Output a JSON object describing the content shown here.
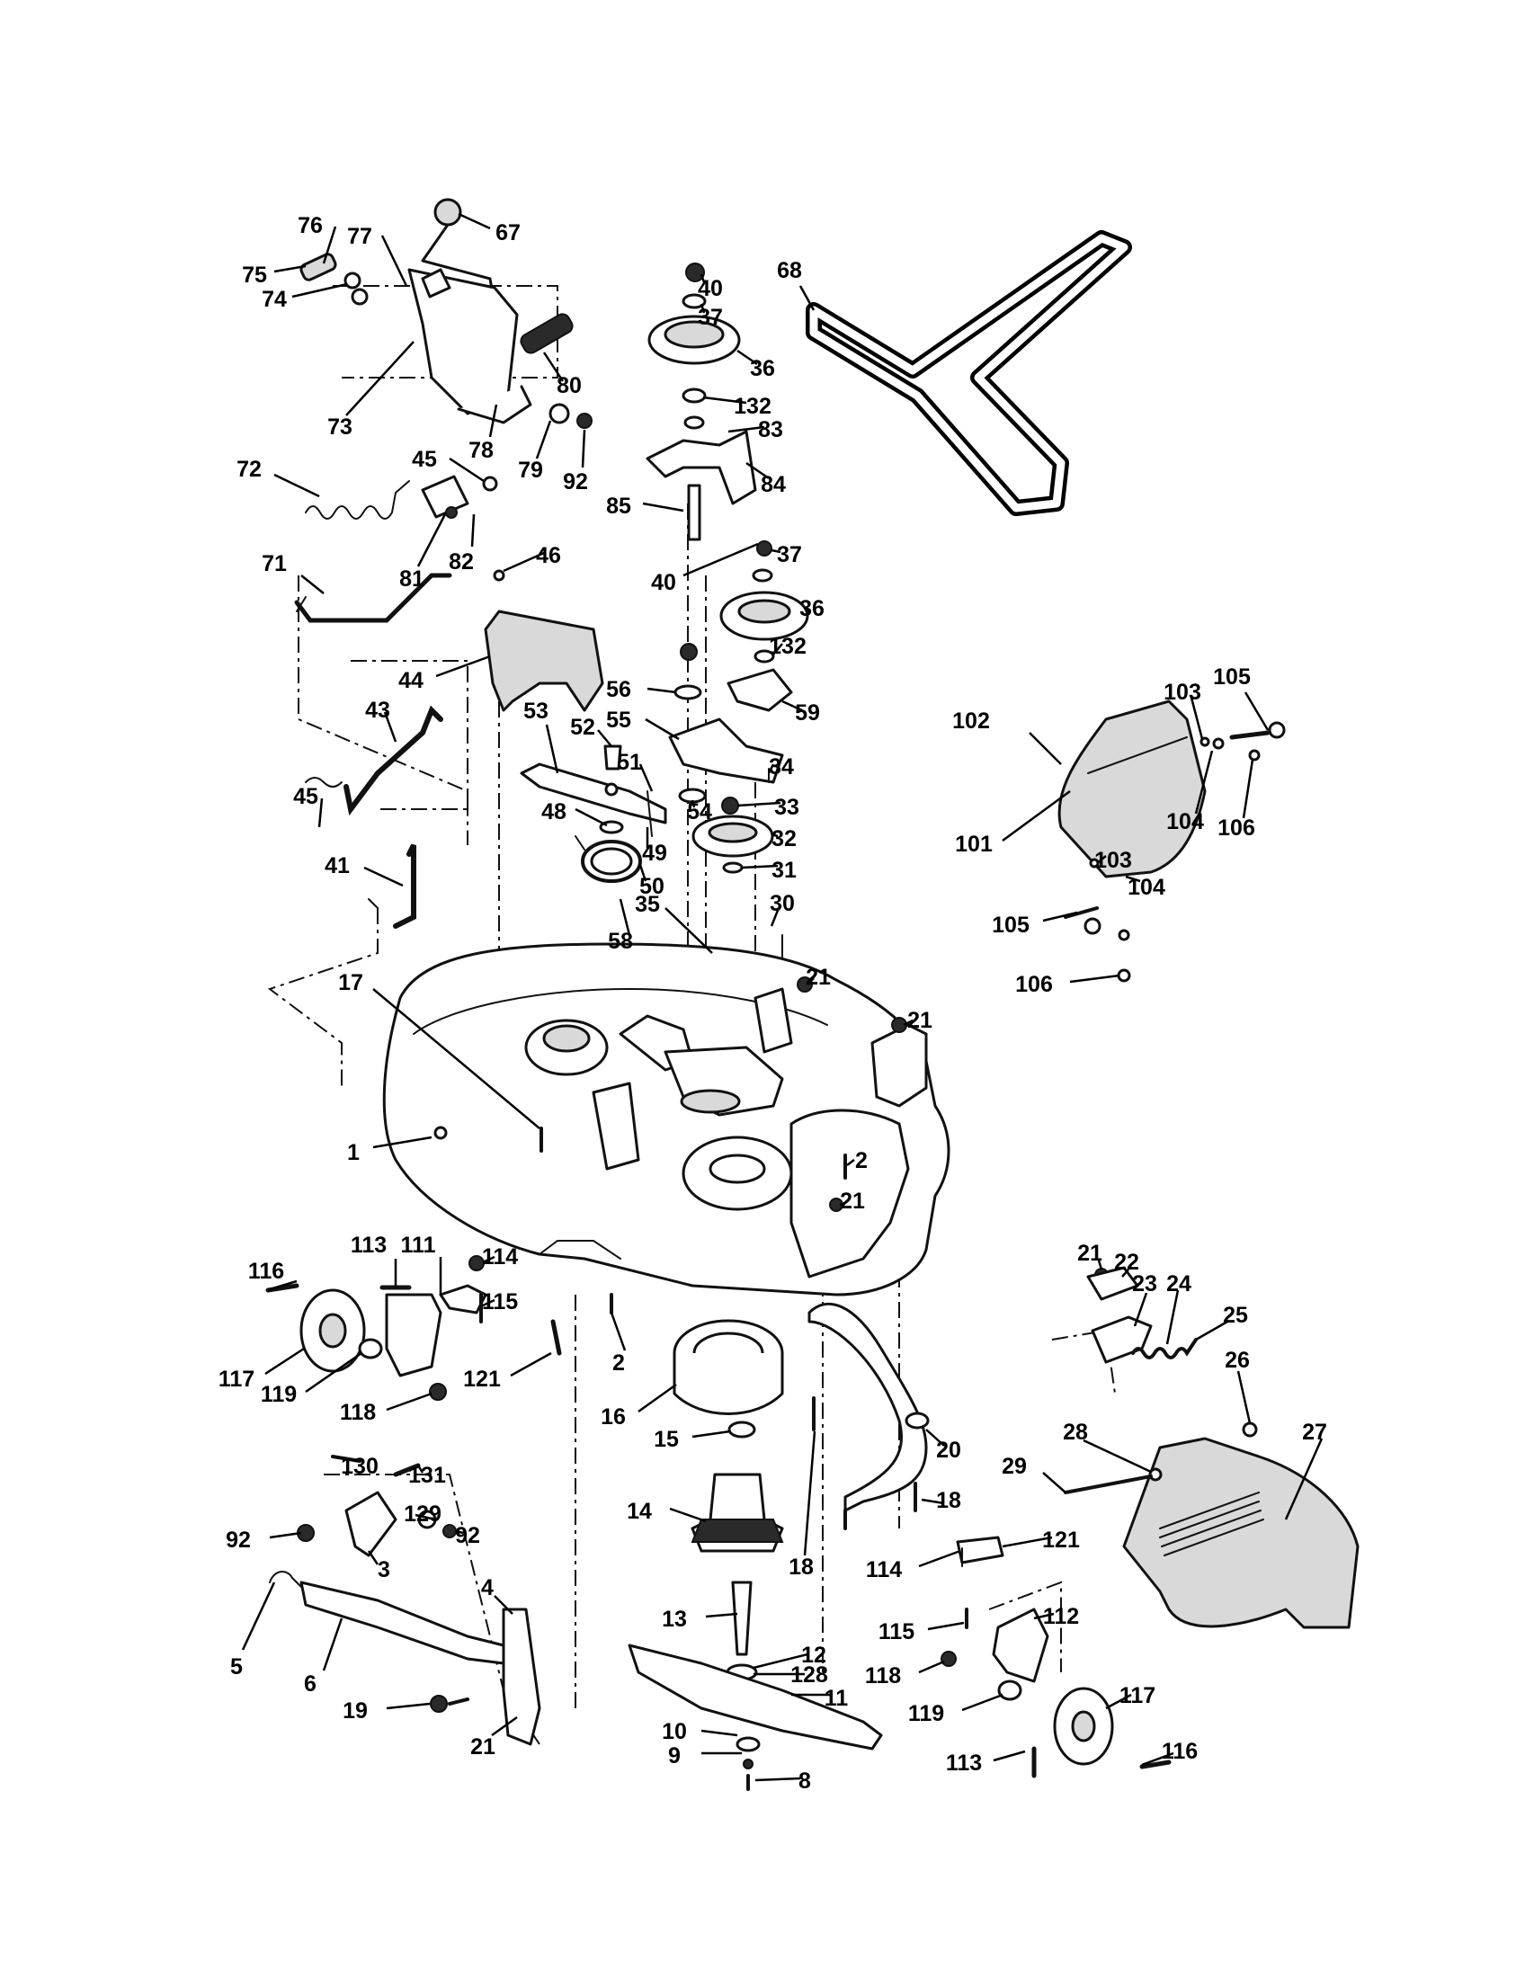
{
  "diagram": {
    "callouts": [
      {
        "id": "c76",
        "label": "76",
        "target": "shoulder-bolt"
      },
      {
        "id": "c77",
        "label": "77",
        "target": "lift-bracket"
      },
      {
        "id": "c67",
        "label": "67",
        "target": "lift-lever-knob"
      },
      {
        "id": "c75",
        "label": "75",
        "target": "washer"
      },
      {
        "id": "c74",
        "label": "74",
        "target": "nut"
      },
      {
        "id": "c73",
        "label": "73",
        "target": "lift-lever-bracket"
      },
      {
        "id": "c80",
        "label": "80",
        "target": "lever-grip"
      },
      {
        "id": "c78",
        "label": "78",
        "target": "lever-plate"
      },
      {
        "id": "c79",
        "label": "79",
        "target": "spring-washer"
      },
      {
        "id": "c92a",
        "label": "92",
        "target": "lock-nut"
      },
      {
        "id": "c72",
        "label": "72",
        "target": "extension-spring"
      },
      {
        "id": "c45a",
        "label": "45",
        "target": "hairpin-clip"
      },
      {
        "id": "c81",
        "label": "81",
        "target": "nut"
      },
      {
        "id": "c82",
        "label": "82",
        "target": "link-bracket"
      },
      {
        "id": "c71",
        "label": "71",
        "target": "lift-rod"
      },
      {
        "id": "c46",
        "label": "46",
        "target": "screw"
      },
      {
        "id": "c44",
        "label": "44",
        "target": "belt-guard"
      },
      {
        "id": "c43",
        "label": "43",
        "target": "front-link"
      },
      {
        "id": "c45b",
        "label": "45",
        "target": "hairpin-clip"
      },
      {
        "id": "c41",
        "label": "41",
        "target": "hanger-rod"
      },
      {
        "id": "c40a",
        "label": "40",
        "target": "lock-nut"
      },
      {
        "id": "c37a",
        "label": "37",
        "target": "washer"
      },
      {
        "id": "c36a",
        "label": "36",
        "target": "idler-pulley"
      },
      {
        "id": "c132a",
        "label": "132",
        "target": "spacer"
      },
      {
        "id": "c83",
        "label": "83",
        "target": "washer"
      },
      {
        "id": "c84",
        "label": "84",
        "target": "belt-keeper"
      },
      {
        "id": "c85",
        "label": "85",
        "target": "bolt"
      },
      {
        "id": "c68",
        "label": "68",
        "target": "mower-belt"
      },
      {
        "id": "c37b",
        "label": "37",
        "target": "washer"
      },
      {
        "id": "c40b",
        "label": "40",
        "target": "lock-nut"
      },
      {
        "id": "c36b",
        "label": "36",
        "target": "idler-pulley"
      },
      {
        "id": "c132b",
        "label": "132",
        "target": "spacer"
      },
      {
        "id": "c56",
        "label": "56",
        "target": "washer"
      },
      {
        "id": "c55",
        "label": "55",
        "target": "idler-arm"
      },
      {
        "id": "c59",
        "label": "59",
        "target": "belt-keeper"
      },
      {
        "id": "c53",
        "label": "53",
        "target": "idler-bracket"
      },
      {
        "id": "c52",
        "label": "52",
        "target": "bolt"
      },
      {
        "id": "c51",
        "label": "51",
        "target": "spring"
      },
      {
        "id": "c34",
        "label": "34",
        "target": "bolt"
      },
      {
        "id": "c54",
        "label": "54",
        "target": "washer"
      },
      {
        "id": "c48",
        "label": "48",
        "target": "washer"
      },
      {
        "id": "c33",
        "label": "33",
        "target": "nut"
      },
      {
        "id": "c49",
        "label": "49",
        "target": "pin"
      },
      {
        "id": "c32",
        "label": "32",
        "target": "drive-pulley"
      },
      {
        "id": "c50",
        "label": "50",
        "target": "torsion-spring"
      },
      {
        "id": "c31",
        "label": "31",
        "target": "washer"
      },
      {
        "id": "c30",
        "label": "30",
        "target": "bolts"
      },
      {
        "id": "c35",
        "label": "35",
        "target": "screw"
      },
      {
        "id": "c58",
        "label": "58",
        "target": "spring"
      },
      {
        "id": "c102",
        "label": "102",
        "target": "chute-deflector"
      },
      {
        "id": "c103a",
        "label": "103",
        "target": "washer"
      },
      {
        "id": "c105a",
        "label": "105",
        "target": "bolt"
      },
      {
        "id": "c101",
        "label": "101",
        "target": "chute-support"
      },
      {
        "id": "c104a",
        "label": "104",
        "target": "spring"
      },
      {
        "id": "c106a",
        "label": "106",
        "target": "nut"
      },
      {
        "id": "c103b",
        "label": "103",
        "target": "washer"
      },
      {
        "id": "c104b",
        "label": "104",
        "target": "spring"
      },
      {
        "id": "c105b",
        "label": "105",
        "target": "bolt"
      },
      {
        "id": "c106b",
        "label": "106",
        "target": "nut"
      },
      {
        "id": "c17",
        "label": "17",
        "target": "bolt"
      },
      {
        "id": "c21a",
        "label": "21",
        "target": "lock-nut"
      },
      {
        "id": "c21b",
        "label": "21",
        "target": "lock-nut"
      },
      {
        "id": "c1",
        "label": "1",
        "target": "mower-deck"
      },
      {
        "id": "c2a",
        "label": "2",
        "target": "bolt"
      },
      {
        "id": "c21c",
        "label": "21",
        "target": "lock-nut"
      },
      {
        "id": "c116a",
        "label": "116",
        "target": "bolt"
      },
      {
        "id": "c113a",
        "label": "113",
        "target": "bolt"
      },
      {
        "id": "c111",
        "label": "111",
        "target": "gauge-wheel-bracket"
      },
      {
        "id": "c114a",
        "label": "114",
        "target": "nut"
      },
      {
        "id": "c115a",
        "label": "115",
        "target": "bolt"
      },
      {
        "id": "c117a",
        "label": "117",
        "target": "gauge-wheel"
      },
      {
        "id": "c119a",
        "label": "119",
        "target": "washer"
      },
      {
        "id": "c121a",
        "label": "121",
        "target": "hanger"
      },
      {
        "id": "c118a",
        "label": "118",
        "target": "nut"
      },
      {
        "id": "c2b",
        "label": "2",
        "target": "bolt"
      },
      {
        "id": "c16",
        "label": "16",
        "target": "spindle-guard"
      },
      {
        "id": "c15",
        "label": "15",
        "target": "bearing"
      },
      {
        "id": "c14",
        "label": "14",
        "target": "spindle-housing"
      },
      {
        "id": "c20",
        "label": "20",
        "target": "stabilizer-bracket"
      },
      {
        "id": "c18a",
        "label": "18",
        "target": "bolt"
      },
      {
        "id": "c18b",
        "label": "18",
        "target": "bolt"
      },
      {
        "id": "c114b",
        "label": "114",
        "target": "nut"
      },
      {
        "id": "c121b",
        "label": "121",
        "target": "hanger"
      },
      {
        "id": "c21d",
        "label": "21",
        "target": "lock-nut"
      },
      {
        "id": "c22",
        "label": "22",
        "target": "bracket"
      },
      {
        "id": "c23",
        "label": "23",
        "target": "hinge-bracket"
      },
      {
        "id": "c24",
        "label": "24",
        "target": "rod"
      },
      {
        "id": "c25",
        "label": "25",
        "target": "spring"
      },
      {
        "id": "c26",
        "label": "26",
        "target": "nut"
      },
      {
        "id": "c28",
        "label": "28",
        "target": "washer"
      },
      {
        "id": "c27",
        "label": "27",
        "target": "discharge-chute"
      },
      {
        "id": "c29",
        "label": "29",
        "target": "rod"
      },
      {
        "id": "c130",
        "label": "130",
        "target": "pin"
      },
      {
        "id": "c131",
        "label": "131",
        "target": "bolt"
      },
      {
        "id": "c129",
        "label": "129",
        "target": "washer"
      },
      {
        "id": "c92b",
        "label": "92",
        "target": "lock-nut"
      },
      {
        "id": "c92c",
        "label": "92",
        "target": "lock-nut"
      },
      {
        "id": "c3",
        "label": "3",
        "target": "link"
      },
      {
        "id": "c4",
        "label": "4",
        "target": "front-hanger-bracket"
      },
      {
        "id": "c5",
        "label": "5",
        "target": "hairpin-clip"
      },
      {
        "id": "c6",
        "label": "6",
        "target": "front-link"
      },
      {
        "id": "c19",
        "label": "19",
        "target": "bolt"
      },
      {
        "id": "c21e",
        "label": "21",
        "target": "lock-nut"
      },
      {
        "id": "c13",
        "label": "13",
        "target": "spindle-shaft"
      },
      {
        "id": "c12",
        "label": "12",
        "target": "washer"
      },
      {
        "id": "c128",
        "label": "128",
        "target": "bearing"
      },
      {
        "id": "c11",
        "label": "11",
        "target": "blade"
      },
      {
        "id": "c10",
        "label": "10",
        "target": "washer"
      },
      {
        "id": "c9",
        "label": "9",
        "target": "lock-washer"
      },
      {
        "id": "c8",
        "label": "8",
        "target": "bolt"
      },
      {
        "id": "c115b",
        "label": "115",
        "target": "bolt"
      },
      {
        "id": "c112",
        "label": "112",
        "target": "gauge-wheel-bracket"
      },
      {
        "id": "c118b",
        "label": "118",
        "target": "nut"
      },
      {
        "id": "c119b",
        "label": "119",
        "target": "washer"
      },
      {
        "id": "c117b",
        "label": "117",
        "target": "gauge-wheel"
      },
      {
        "id": "c113b",
        "label": "113",
        "target": "bolt"
      },
      {
        "id": "c116b",
        "label": "116",
        "target": "bolt"
      }
    ]
  }
}
